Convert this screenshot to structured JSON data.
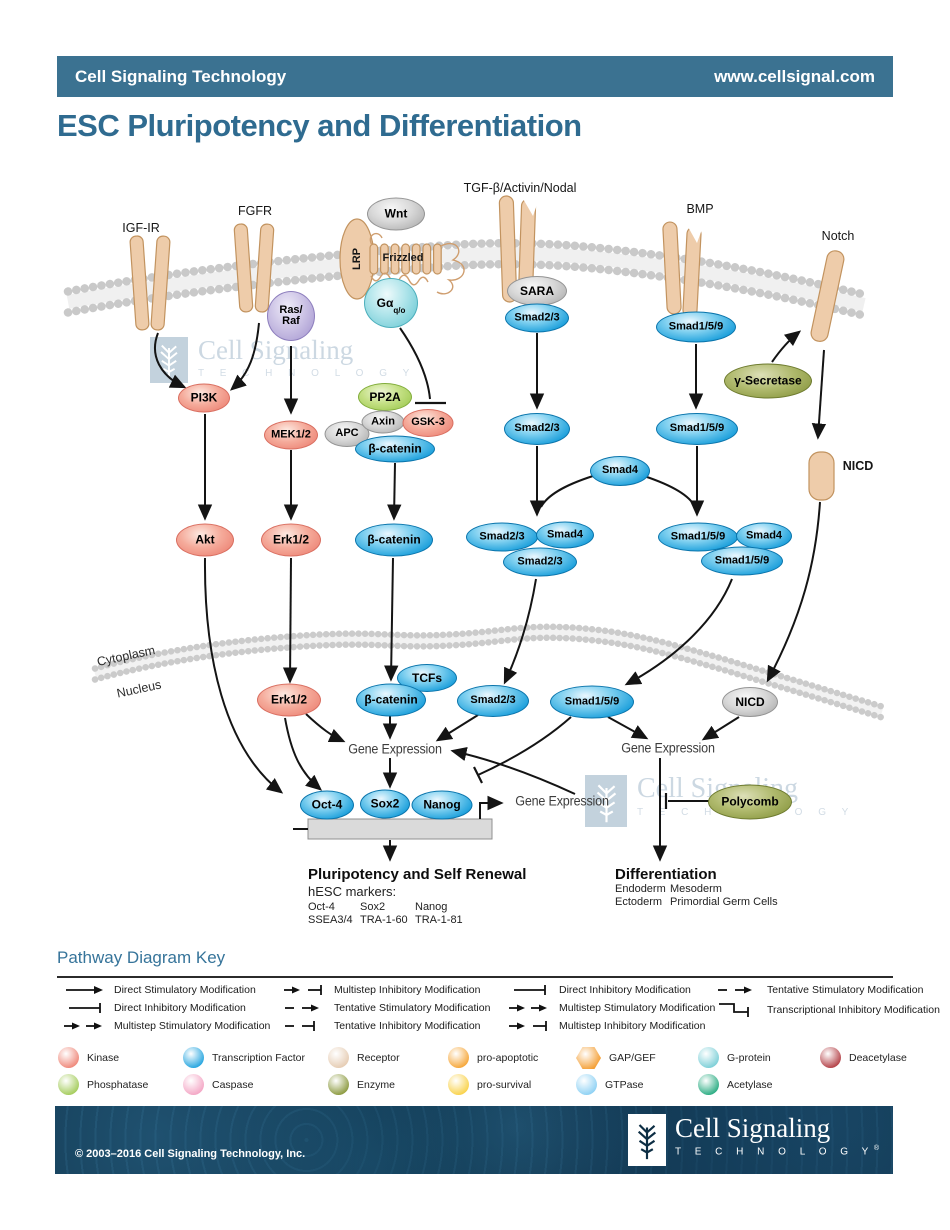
{
  "header": {
    "brand": "Cell Signaling Technology",
    "url": "www.cellsignal.com",
    "bg_color": "#3b7291"
  },
  "title": {
    "text": "ESC Pluripotency and Differentiation",
    "color": "#2f6b90"
  },
  "watermark": {
    "line1": "Cell Signaling",
    "line2": "T E C H N O L O G Y",
    "reg": "®"
  },
  "diagram": {
    "receptor_labels": {
      "igf1r": "IGF-IR",
      "fgfr": "FGFR",
      "tgfb": "TGF-β/Activin/Nodal",
      "bmp": "BMP",
      "notch": "Notch",
      "lrp": "LRP",
      "frizzled": "Frizzled",
      "nicd_cyt": "NICD"
    },
    "compartments": {
      "cytoplasm": "Cytoplasm",
      "nucleus": "Nucleus"
    },
    "gene_expression_label": "Gene Expression",
    "nodes": {
      "wnt": "Wnt",
      "ras_raf": "Ras/\nRaf",
      "g_alpha": {
        "label": "Gα",
        "sub": "q/o"
      },
      "sara": "SARA",
      "smad23_m": "Smad2/3",
      "smad159_m": "Smad1/5/9",
      "pi3k": "PI3K",
      "mek12": "MEK1/2",
      "pp2a": "PP2A",
      "axin": "Axin",
      "gsk3": "GSK-3",
      "apc": "APC",
      "bcat_complex": "β-catenin",
      "gsec": "γ-Secretase",
      "smad23_cyt": "Smad2/3",
      "smad159_cyt": "Smad1/5/9",
      "smad4": "Smad4",
      "akt": "Akt",
      "erk12_cyt": "Erk1/2",
      "bcat_cyt": "β-catenin",
      "smad23_x1": "Smad2/3",
      "smad4_x1": "Smad4",
      "smad23_x2": "Smad2/3",
      "smad159_x1": "Smad1/5/9",
      "smad4_x2": "Smad4",
      "smad159_x2": "Smad1/5/9",
      "erk12_nuc": "Erk1/2",
      "tcfs": "TCFs",
      "bcat_nuc": "β-catenin",
      "smad23_nuc": "Smad2/3",
      "smad159_nuc": "Smad1/5/9",
      "nicd_nuc": "NICD",
      "polycomb": "Polycomb",
      "oct4": "Oct-4",
      "sox2": "Sox2",
      "nanog": "Nanog"
    },
    "edges": [
      {
        "from": "IGF-IR",
        "to": "PI3K",
        "type": "stimulatory"
      },
      {
        "from": "FGFR",
        "to": "PI3K",
        "type": "stimulatory"
      },
      {
        "from": "Ras/Raf",
        "to": "MEK1/2",
        "type": "stimulatory"
      },
      {
        "from": "PI3K",
        "to": "Akt",
        "type": "stimulatory"
      },
      {
        "from": "MEK1/2",
        "to": "Erk1/2",
        "type": "stimulatory"
      },
      {
        "from": "Gα q/o",
        "to": "GSK-3",
        "type": "inhibitory"
      },
      {
        "from": "APC/Axin/GSK-3 β-catenin complex",
        "to": "β-catenin",
        "type": "stimulatory"
      },
      {
        "from": "SARA Smad2/3",
        "to": "Smad2/3",
        "type": "stimulatory"
      },
      {
        "from": "BMP Smad1/5/9",
        "to": "Smad1/5/9",
        "type": "stimulatory"
      },
      {
        "from": "Smad2/3",
        "to": "Smad2/3-Smad4 complex",
        "type": "stimulatory"
      },
      {
        "from": "Smad4",
        "to": "Smad2/3-Smad4 complex",
        "type": "stimulatory"
      },
      {
        "from": "Smad4",
        "to": "Smad1/5/9-Smad4 complex",
        "type": "stimulatory"
      },
      {
        "from": "Smad1/5/9",
        "to": "Smad1/5/9-Smad4 complex",
        "type": "stimulatory"
      },
      {
        "from": "γ-Secretase",
        "to": "Notch",
        "type": "stimulatory"
      },
      {
        "from": "Notch",
        "to": "NICD",
        "type": "stimulatory"
      },
      {
        "from": "NICD",
        "to": "NICD (nucleus)",
        "type": "stimulatory"
      },
      {
        "from": "Akt",
        "to": "Oct-4/Sox2/Nanog",
        "type": "stimulatory"
      },
      {
        "from": "Erk1/2",
        "to": "Erk1/2 (nucleus)",
        "type": "stimulatory"
      },
      {
        "from": "β-catenin",
        "to": "β-catenin/TCFs (nucleus)",
        "type": "stimulatory"
      },
      {
        "from": "Smad2/3-Smad4 complex",
        "to": "Smad2/3 (nucleus)",
        "type": "stimulatory"
      },
      {
        "from": "Smad1/5/9-Smad4 complex",
        "to": "Smad1/5/9 (nucleus)",
        "type": "stimulatory"
      },
      {
        "from": "Erk1/2 (nucleus)",
        "to": "Gene Expression",
        "type": "stimulatory"
      },
      {
        "from": "Erk1/2 (nucleus)",
        "to": "Oct-4/Sox2/Nanog",
        "type": "stimulatory"
      },
      {
        "from": "β-catenin/TCFs",
        "to": "Gene Expression",
        "type": "stimulatory"
      },
      {
        "from": "Smad2/3 (nucleus)",
        "to": "Gene Expression",
        "type": "stimulatory"
      },
      {
        "from": "Smad1/5/9 (nucleus)",
        "to": "Gene Expression (differentiation)",
        "type": "stimulatory"
      },
      {
        "from": "NICD (nucleus)",
        "to": "Gene Expression (differentiation)",
        "type": "stimulatory"
      },
      {
        "from": "Smad1/5/9 (nucleus)",
        "to": "Oct-4/Sox2/Nanog",
        "type": "inhibitory"
      },
      {
        "from": "Gene Expression",
        "to": "Oct-4/Sox2/Nanog",
        "type": "stimulatory"
      },
      {
        "from": "Oct-4/Sox2/Nanog gene expression",
        "to": "Gene Expression",
        "type": "stimulatory"
      },
      {
        "from": "Oct-4/Sox2/Nanog promoter",
        "to": "Gene Expression",
        "type": "stimulatory"
      },
      {
        "from": "Oct-4/Sox2/Nanog",
        "to": "Pluripotency and Self Renewal",
        "type": "stimulatory"
      },
      {
        "from": "Gene Expression (differentiation)",
        "to": "Differentiation",
        "type": "stimulatory"
      },
      {
        "from": "Polycomb",
        "to": "Differentiation gene expression",
        "type": "inhibitory"
      }
    ],
    "outcomes": {
      "pluripotency": {
        "title": "Pluripotency and Self Renewal",
        "subtitle": "hESC markers:",
        "markers_row1": [
          "Oct-4",
          "Sox2",
          "Nanog"
        ],
        "markers_row2": [
          "SSEA3/4",
          "TRA-1-60",
          "TRA-1-81"
        ]
      },
      "differentiation": {
        "title": "Differentiation",
        "row1": [
          "Endoderm",
          "Mesoderm"
        ],
        "row2": [
          "Ectoderm",
          "Primordial Germ Cells"
        ]
      }
    }
  },
  "key": {
    "title": "Pathway Diagram Key",
    "arrow_key": {
      "col1": [
        {
          "type": "direct-stimulatory",
          "label": "Direct Stimulatory Modification"
        },
        {
          "type": "direct-inhibitory",
          "label": "Direct Inhibitory Modification"
        },
        {
          "type": "multistep-stimulatory",
          "label": "Multistep Stimulatory Modification"
        }
      ],
      "col2": [
        {
          "type": "multistep-inhibitory",
          "label": "Multistep Inhibitory Modification"
        },
        {
          "type": "tentative-stimulatory",
          "label": "Tentative Stimulatory Modification"
        },
        {
          "type": "tentative-inhibitory",
          "label": "Tentative Inhibitory Modification"
        }
      ],
      "col3": [
        {
          "type": "direct-inhibitory",
          "label": "Direct Inhibitory Modification"
        },
        {
          "type": "multistep-stimulatory",
          "label": "Multistep Stimulatory Modification"
        },
        {
          "type": "multistep-inhibitory",
          "label": "Multistep Inhibitory Modification"
        }
      ],
      "col4": [
        {
          "type": "tentative-stimulatory",
          "label": "Tentative Stimulatory Modification"
        },
        {
          "type": "transcriptional-inhibitory",
          "label": "Transcriptional Inhibitory Modification"
        }
      ]
    },
    "shape_key": {
      "row1": [
        {
          "label": "Kinase",
          "color": "#ef8a7c",
          "shape": "circle"
        },
        {
          "label": "Transcription Factor",
          "color": "#2aa7e0",
          "shape": "circle"
        },
        {
          "label": "Receptor",
          "color": "#e6cdb4",
          "shape": "circle"
        },
        {
          "label": "pro-apoptotic",
          "color": "#f6a83c",
          "shape": "circle"
        },
        {
          "label": "GAP/GEF",
          "color": "#f49f35",
          "shape": "hexagon"
        },
        {
          "label": "G-protein",
          "color": "#7fd0d8",
          "shape": "circle"
        },
        {
          "label": "Deacetylase",
          "color": "#b5444a",
          "shape": "circle"
        }
      ],
      "row2": [
        {
          "label": "Phosphatase",
          "color": "#a6cd5f",
          "shape": "circle"
        },
        {
          "label": "Caspase",
          "color": "#f4a8c6",
          "shape": "circle"
        },
        {
          "label": "Enzyme",
          "color": "#8e9c43",
          "shape": "circle"
        },
        {
          "label": "pro-survival",
          "color": "#f9d34e",
          "shape": "circle"
        },
        {
          "label": "GTPase",
          "color": "#90d2f4",
          "shape": "circle"
        },
        {
          "label": "Acetylase",
          "color": "#2fae85",
          "shape": "circle"
        }
      ]
    }
  },
  "footer": {
    "copyright": "© 2003–2016 Cell Signaling Technology, Inc.",
    "logo_title": "Cell Signaling",
    "logo_sub": "T E C H N O L O G Y",
    "reg": "®"
  }
}
